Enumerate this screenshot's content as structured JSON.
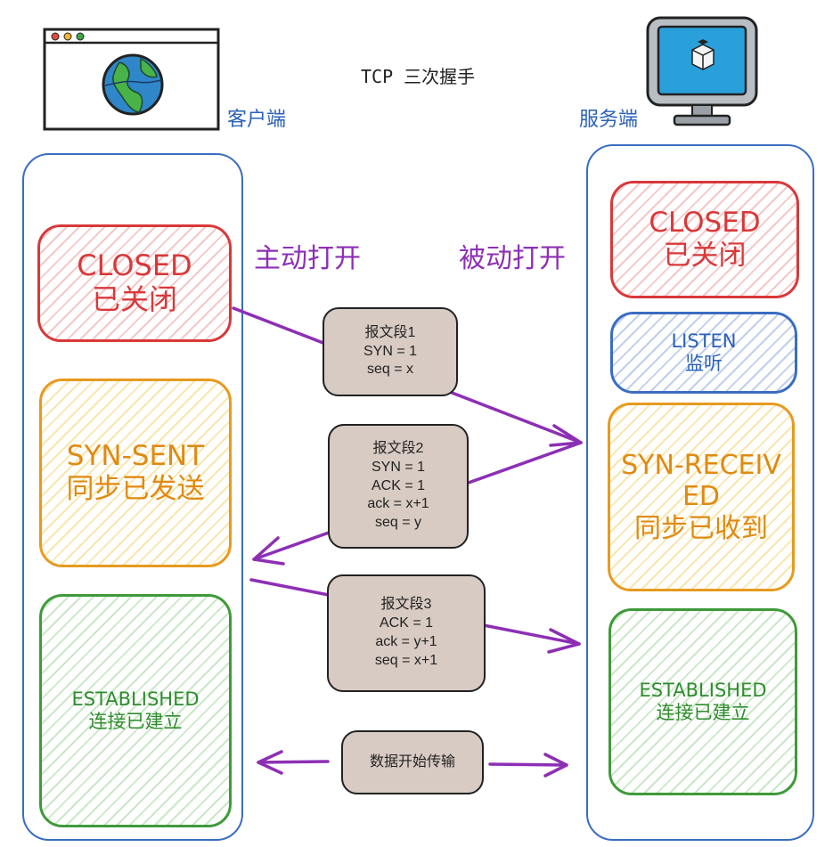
{
  "title": "TCP 三次握手",
  "client": {
    "label": "客户端",
    "active_open": "主动打开",
    "states": [
      {
        "en": "CLOSED",
        "zh": "已关闭"
      },
      {
        "en": "SYN-SENT",
        "zh": "同步已发送"
      },
      {
        "en": "ESTABLISHED",
        "zh": "连接已建立"
      }
    ]
  },
  "server": {
    "label": "服务端",
    "passive_open": "被动打开",
    "states": [
      {
        "en": "CLOSED",
        "zh": "已关闭"
      },
      {
        "en": "LISTEN",
        "zh": "监听"
      },
      {
        "en": "SYN-RECEIVED",
        "zh": "同步已收到"
      },
      {
        "en": "ESTABLISHED",
        "zh": "连接已建立"
      }
    ]
  },
  "segments": [
    {
      "lines": [
        "报文段1",
        "SYN = 1",
        "seq = x"
      ]
    },
    {
      "lines": [
        "报文段2",
        "SYN = 1",
        "ACK = 1",
        "ack = x+1",
        "seq = y"
      ]
    },
    {
      "lines": [
        "报文段3",
        "ACK = 1",
        "ack = y+1",
        "seq = x+1"
      ]
    }
  ],
  "data_transfer": "数据开始传输",
  "colors": {
    "closed": "#d9383a",
    "syn": "#e79a1e",
    "established": "#3f9a3a",
    "listen": "#3a6dc1",
    "arrow": "#8d2fb5",
    "packet_fill": "#d8cbc3"
  },
  "icons": {
    "client": "browser-globe-icon",
    "server": "computer-monitor-icon"
  }
}
